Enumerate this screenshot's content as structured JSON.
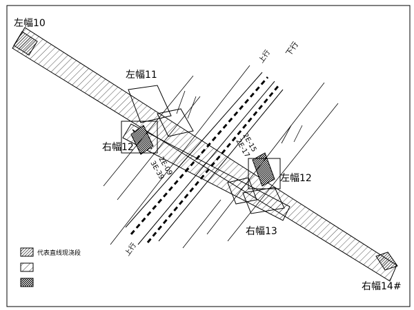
{
  "labels": {
    "left_10": "左幅10",
    "left_11": "左幅11",
    "left_12_upper": "右幅12",
    "left_12_right": "左幅12",
    "right_13": "右幅13",
    "right_14": "右幅14#",
    "pier_a": "2E-15",
    "pier_b": "2E-17",
    "pier_c": "2E-09",
    "pier_d": "3E-39",
    "track_top_a": "上行",
    "track_top_b": "下行",
    "track_bottom": "上行"
  },
  "legend": {
    "item1": "代表直线现浇段",
    "item2": "",
    "item3": ""
  },
  "colors": {
    "ink": "#000000",
    "paper": "#ffffff"
  }
}
